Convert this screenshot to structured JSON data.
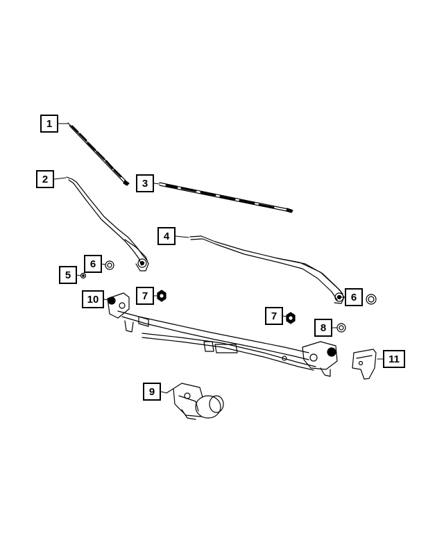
{
  "diagram": {
    "callouts": [
      {
        "id": "1",
        "label": "1"
      },
      {
        "id": "2",
        "label": "2"
      },
      {
        "id": "3",
        "label": "3"
      },
      {
        "id": "4",
        "label": "4"
      },
      {
        "id": "5",
        "label": "5"
      },
      {
        "id": "6a",
        "label": "6"
      },
      {
        "id": "6b",
        "label": "6"
      },
      {
        "id": "7a",
        "label": "7"
      },
      {
        "id": "7b",
        "label": "7"
      },
      {
        "id": "8",
        "label": "8"
      },
      {
        "id": "9",
        "label": "9"
      },
      {
        "id": "10",
        "label": "10"
      },
      {
        "id": "11",
        "label": "11"
      }
    ],
    "colors": {
      "line": "#000000",
      "background": "#ffffff"
    }
  }
}
